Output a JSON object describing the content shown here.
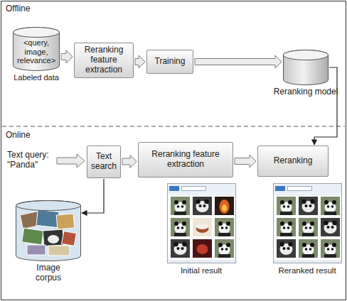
{
  "diagram": {
    "nodes": [
      {
        "text": [
          "<query, image, relevance>",
          "Labeled data"
        ]
      },
      {
        "text": [
          "Reranking feature extraction"
        ]
      },
      {
        "text": [
          "Training"
        ]
      },
      {
        "text": [
          "Reranking model"
        ]
      },
      {
        "text": [
          "Text search"
        ]
      },
      {
        "text": [
          "Reranking feature extraction"
        ]
      },
      {
        "text": [
          "Reranking"
        ]
      },
      {
        "text": [
          "Image corpus"
        ]
      }
    ],
    "edges": [
      {
        "from": 0,
        "to": 1,
        "arrow": "to"
      },
      {
        "from": 1,
        "to": 2,
        "arrow": "to"
      },
      {
        "from": 2,
        "to": 3,
        "arrow": "to"
      },
      {
        "from": 3,
        "to": 6,
        "arrow": "to"
      },
      {
        "from": 4,
        "to": 5,
        "arrow": "to"
      },
      {
        "from": 5,
        "to": 6,
        "arrow": "to"
      },
      {
        "from": 4,
        "to": 7,
        "arrow": "to"
      }
    ],
    "labels": [
      "Offline",
      "Online",
      "Text query: \"Panda\"",
      "Initial result",
      "Reranked result"
    ]
  }
}
